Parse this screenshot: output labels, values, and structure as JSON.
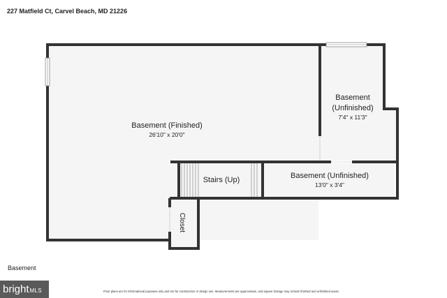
{
  "header": {
    "address": "227 Matfield Ct, Carvel Beach, MD 21226"
  },
  "rooms": {
    "main": {
      "name": "Basement (Finished)",
      "dimensions": "26'10\" x 20'0\""
    },
    "unfinished_top": {
      "name_line1": "Basement",
      "name_line2": "(Unfinished)",
      "dimensions": "7'4\" x 11'3\""
    },
    "stairs": {
      "name": "Stairs (Up)"
    },
    "unfinished_bottom": {
      "name": "Basement (Unfinished)",
      "dimensions": "13'0\" x 3'4\""
    },
    "closet": {
      "name": "Closet"
    }
  },
  "footer": {
    "floor_label": "Basement",
    "disclaimer": "Floor plans are for informational purposes only and not for construction or design use. Measurements are approximate, and square footage may include finished and unfinished areas.",
    "logo_main": "bright",
    "logo_sub": "MLS"
  },
  "colors": {
    "wall": "#333333",
    "floor": "#f5f5f5",
    "logo_bg": "#5a5a5a"
  }
}
